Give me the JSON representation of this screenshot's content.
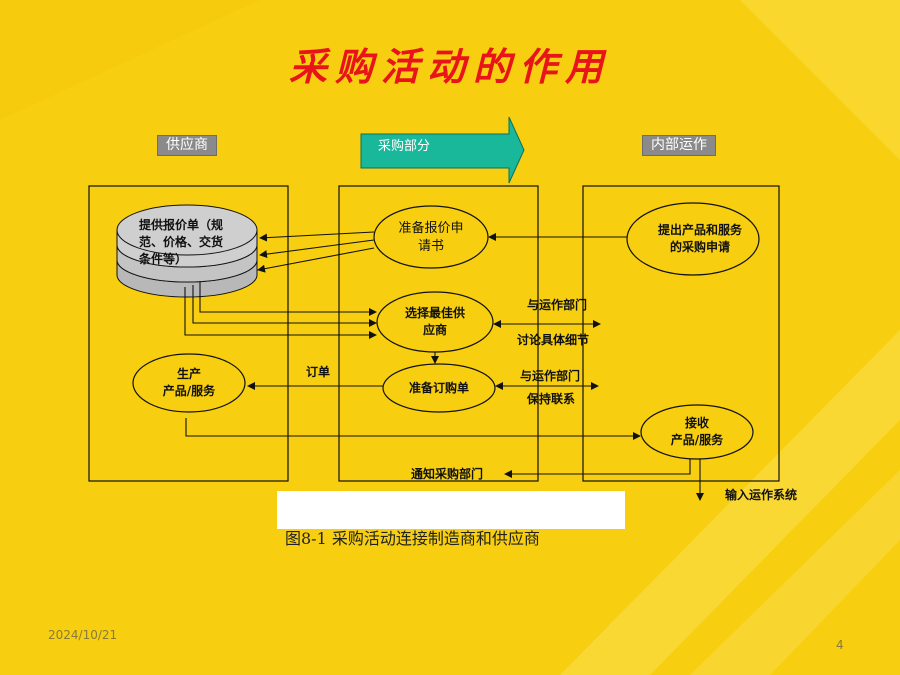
{
  "title": "采购活动的作用",
  "headers": {
    "supplier": "供应商",
    "purchasing": "采购部分",
    "internal": "内部运作"
  },
  "nodes": {
    "quote_stack": [
      "提供报价单（规",
      "范、价格、交货",
      "条件等）"
    ],
    "prepare_quote": [
      "准备报价申",
      "请书"
    ],
    "propose": [
      "提出产品和服务",
      "的采购申请"
    ],
    "select_supplier": [
      "选择最佳供",
      "应商"
    ],
    "production": [
      "生产",
      "产品/服务"
    ],
    "prepare_order": [
      "准备订购单"
    ],
    "receive": [
      "接收",
      "产品/服务"
    ]
  },
  "labels": {
    "discuss_1": "与运作部门",
    "discuss_2": "讨论具体细节",
    "order": "订单",
    "contact_1": "与运作部门",
    "contact_2": "保持联系",
    "notify": "通知采购部门",
    "input": "输入运作系统"
  },
  "caption": "图8-1  采购活动连接制造商和供应商",
  "footer": {
    "date": "2024/10/21",
    "page": "4"
  },
  "colors": {
    "background": "#f7cf10",
    "title": "#e8141a",
    "arrow_banner": "#1ab89a",
    "stack_gray": "#c0c0c0"
  }
}
